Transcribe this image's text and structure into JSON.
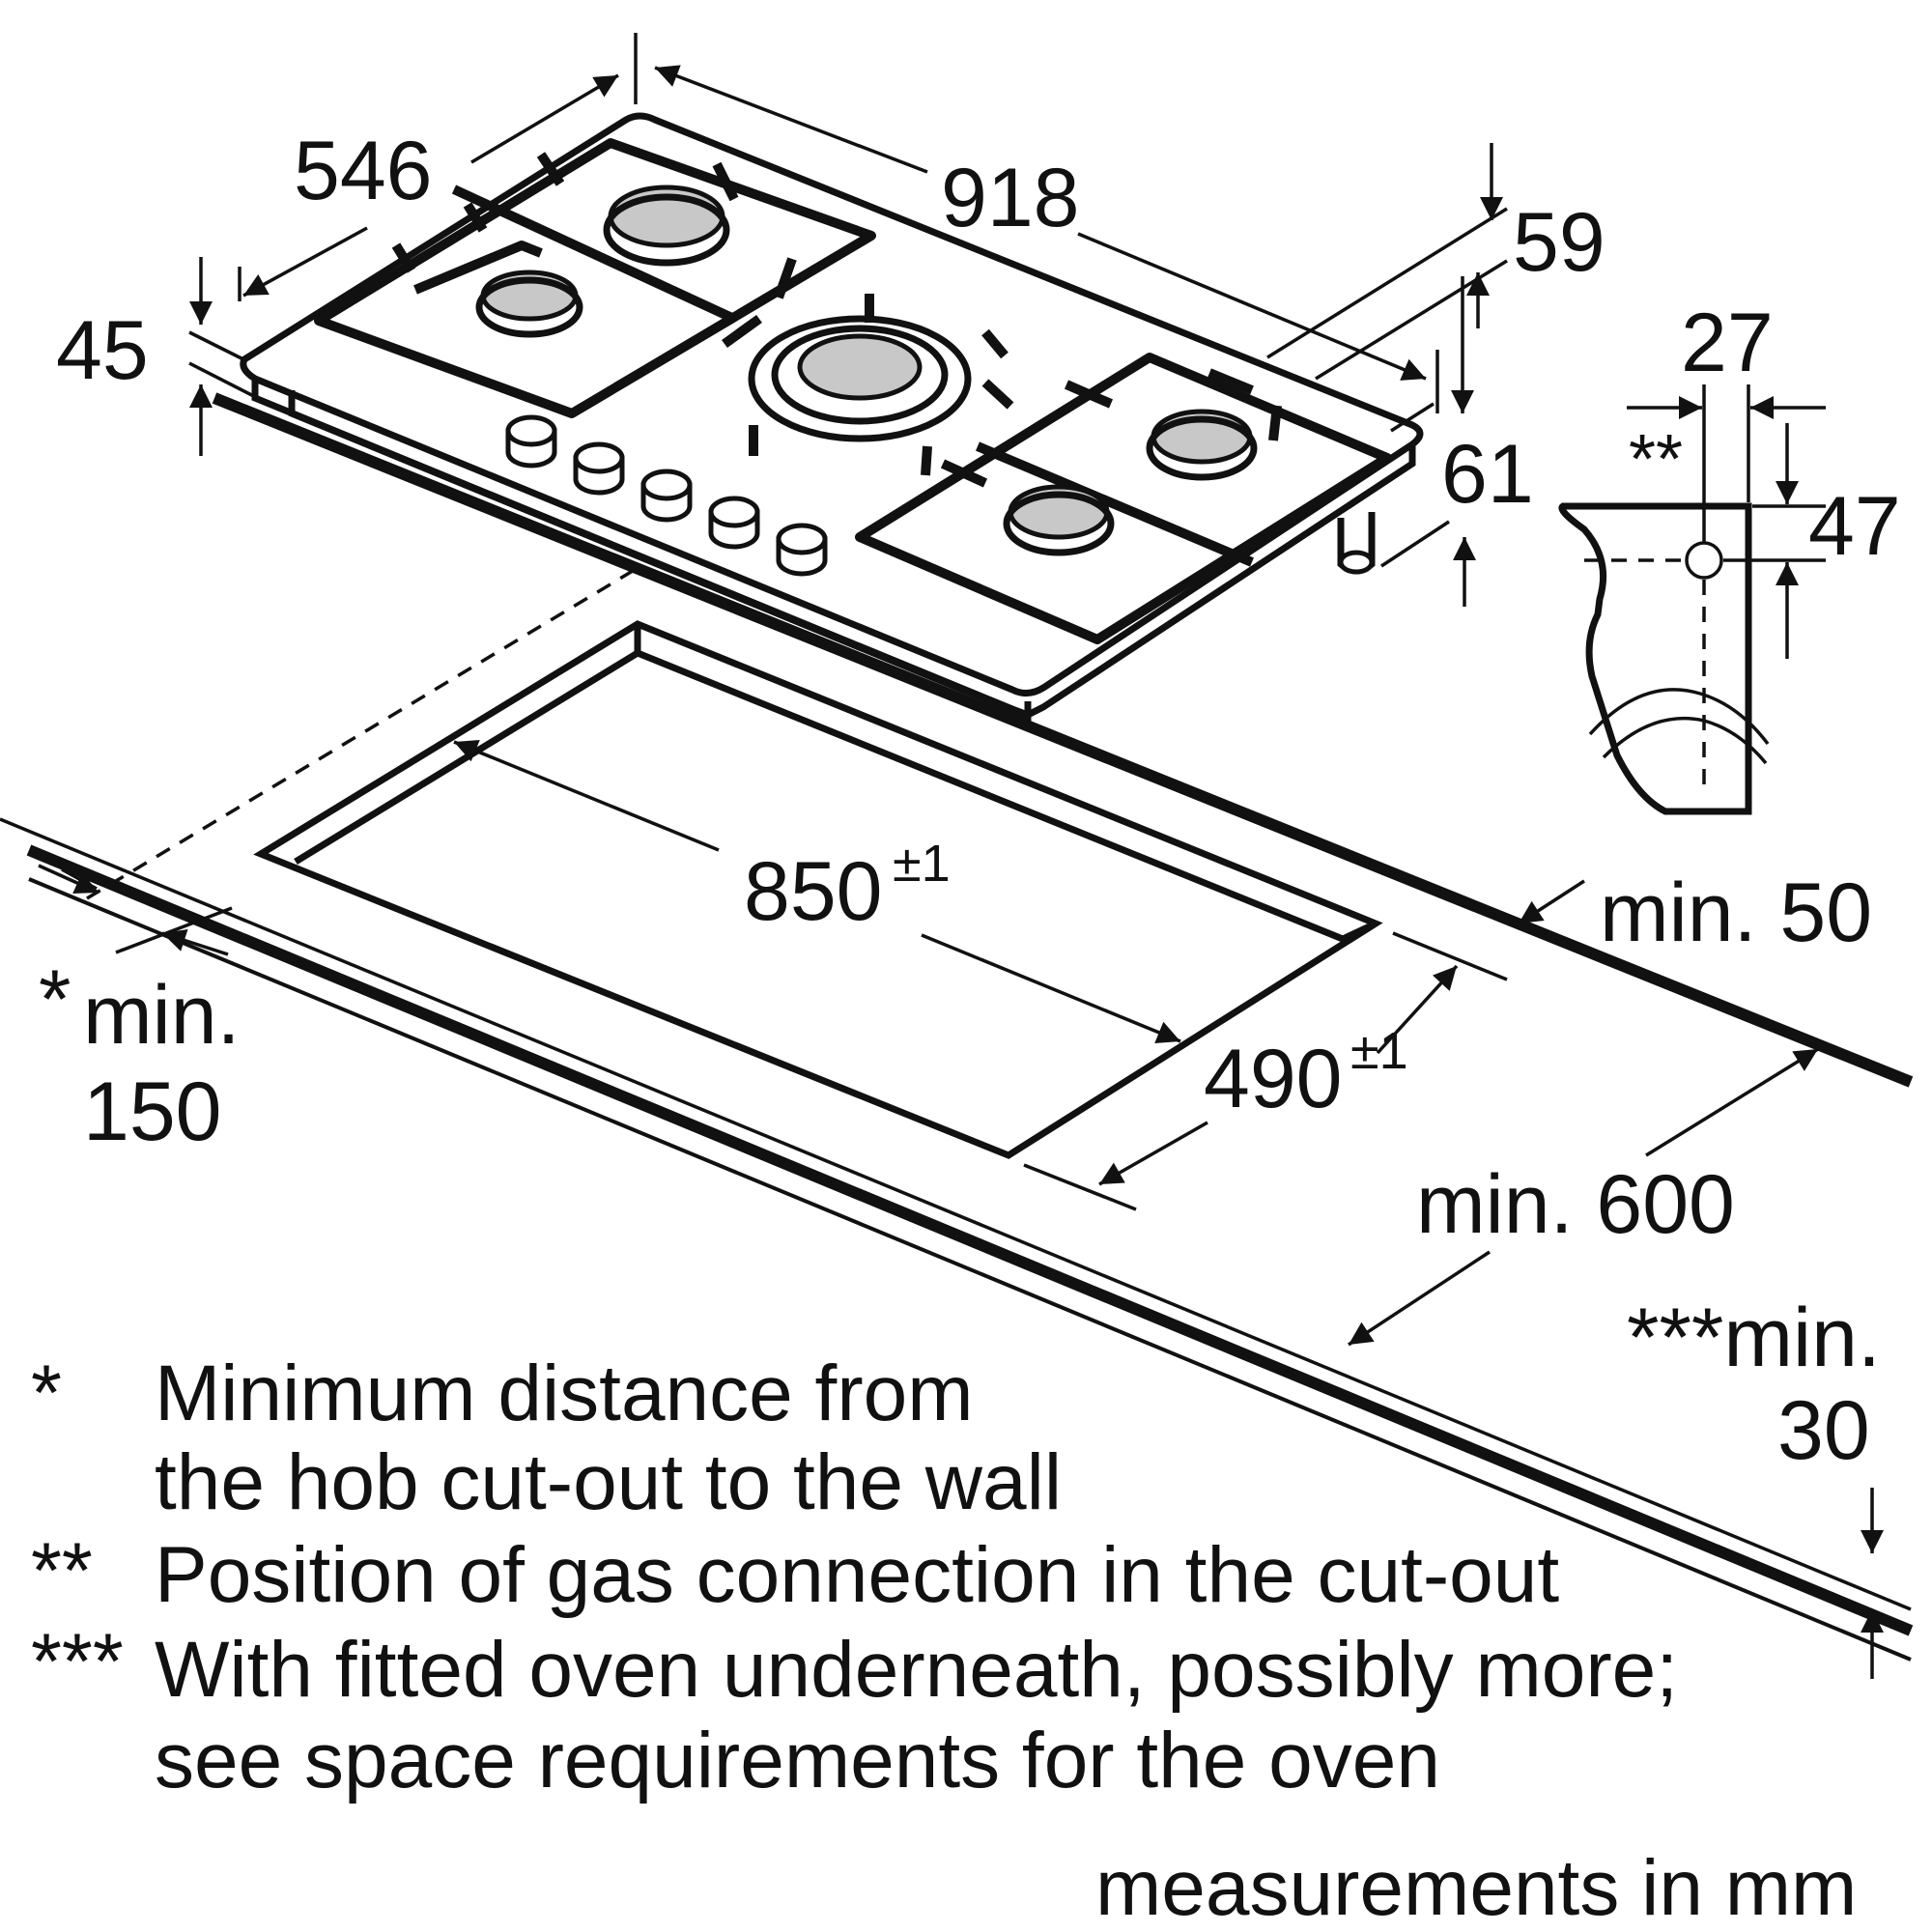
{
  "dimensions": {
    "hob_depth": "546",
    "hob_width": "918",
    "hob_height_front": "45",
    "connection_height": "59",
    "connector_height": "61",
    "connection_offset_x": "27",
    "connection_offset_y": "47",
    "cutout_width_value": "850",
    "cutout_width_tolerance": "±1",
    "cutout_depth_value": "490",
    "cutout_depth_tolerance": "±1",
    "min_rear": "min. 50",
    "min_depth": "min. 600",
    "min_wall_star": "*",
    "min_wall_line1": "min.",
    "min_wall_line2": "150",
    "min_oven_line1": "***min.",
    "min_oven_line2": "30",
    "gas_marker": "**"
  },
  "notes": [
    {
      "marker": "*",
      "lines": [
        "Minimum distance from",
        "the hob cut-out to the wall"
      ]
    },
    {
      "marker": "**",
      "lines": [
        "Position of gas connection in the cut-out"
      ]
    },
    {
      "marker": "***",
      "lines": [
        "With fitted oven underneath, possibly more;",
        "see space requirements for the oven"
      ]
    }
  ],
  "units_label": "measurements in mm"
}
